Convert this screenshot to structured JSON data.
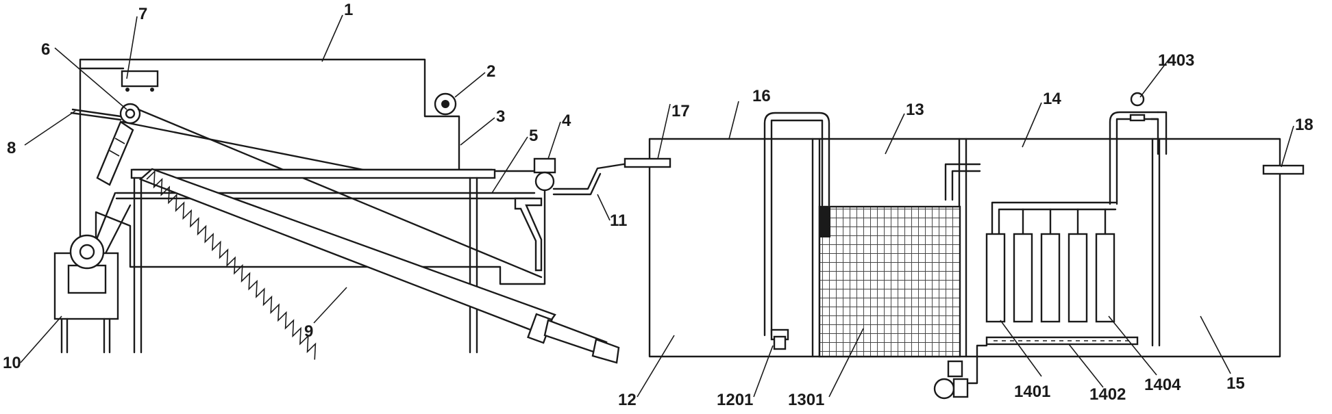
{
  "labels": {
    "l1": "1",
    "l2": "2",
    "l3": "3",
    "l4": "4",
    "l5": "5",
    "l6": "6",
    "l7": "7",
    "l8": "8",
    "l9": "9",
    "l10": "10",
    "l11": "11",
    "l12": "12",
    "l1201": "1201",
    "l13": "13",
    "l1301": "1301",
    "l14": "14",
    "l1401": "1401",
    "l1402": "1402",
    "l1403": "1403",
    "l1404": "1404",
    "l15": "15",
    "l16": "16",
    "l17": "17",
    "l18": "18"
  }
}
